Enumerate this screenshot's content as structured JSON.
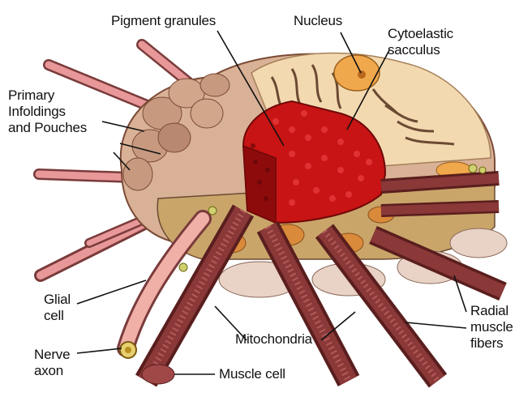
{
  "labels": {
    "pigment_granules": "Pigment granules",
    "nucleus": "Nucleus",
    "cytoelastic_sacculus": "Cytoelastic\nsacculus",
    "primary_infoldings": "Primary\nInfoldings\nand Pouches",
    "glial_cell": "Glial\ncell",
    "nerve_axon": "Nerve\naxon",
    "mitochondria": "Mitochondria",
    "muscle_cell": "Muscle cell",
    "radial_muscle_fibers": "Radial\nmuscle\nfibers"
  },
  "colors": {
    "pigment": "#c81414",
    "pigment_dark": "#6e0808",
    "membrane": "#e2c3a6",
    "membrane_shadow": "#8a5a45",
    "cytoplasm": "#c9a56a",
    "nucleus": "#f0a84c",
    "sacculus": "#f3d9b0",
    "muscle_fiber": "#7a2a2a",
    "nerve": "#e89898",
    "label_text": "#111111"
  }
}
